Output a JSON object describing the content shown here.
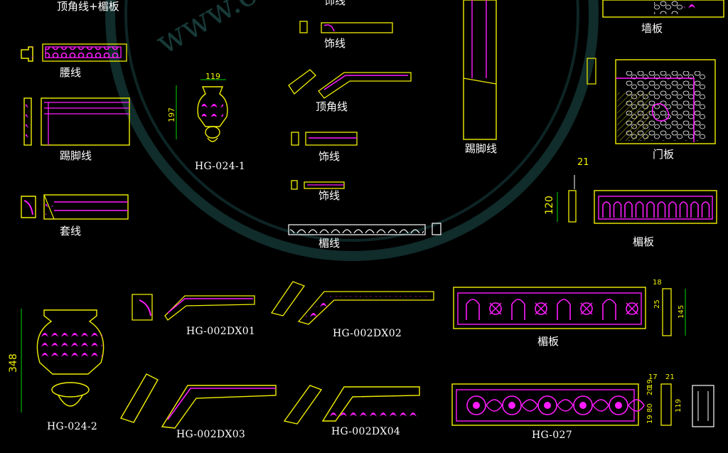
{
  "watermark": {
    "text": "www.ooopic.com"
  },
  "labels": {
    "top_left": "顶角线+楣板",
    "waist_line": "腰线",
    "skirting": "踢脚线",
    "casing": "套线",
    "hg_024_1": "HG-024-1",
    "deco_top": "饰线",
    "deco_1": "饰线",
    "crown": "顶角线",
    "deco_2": "饰线",
    "deco_3": "饰线",
    "lintel_small": "楣线",
    "skirting_tall": "踢脚线",
    "wall_panel": "墙板",
    "door_panel": "门板",
    "lintel_board": "楣板",
    "hg_002dx01": "HG-002DX01",
    "hg_002dx02": "HG-002DX02",
    "lintel_board_2": "楣板",
    "hg_024_2": "HG-024-2",
    "hg_002dx03": "HG-002DX03",
    "hg_002dx04": "HG-002DX04",
    "hg_027": "HG-027"
  },
  "dimensions": {
    "d119": "119",
    "d197": "197",
    "d21": "21",
    "d120": "120",
    "d348": "348",
    "d18": "18",
    "d25": "25",
    "d145": "145",
    "d17": "17",
    "d21b": "21",
    "d20": "20",
    "d80": "80",
    "d119b": "119",
    "d19a": "19",
    "d19b": "19"
  },
  "colors": {
    "yellow": "#f2ef00",
    "magenta": "#ff1cff",
    "white": "#ffffff",
    "green": "#00d800",
    "watermark": "#1f5a57"
  }
}
